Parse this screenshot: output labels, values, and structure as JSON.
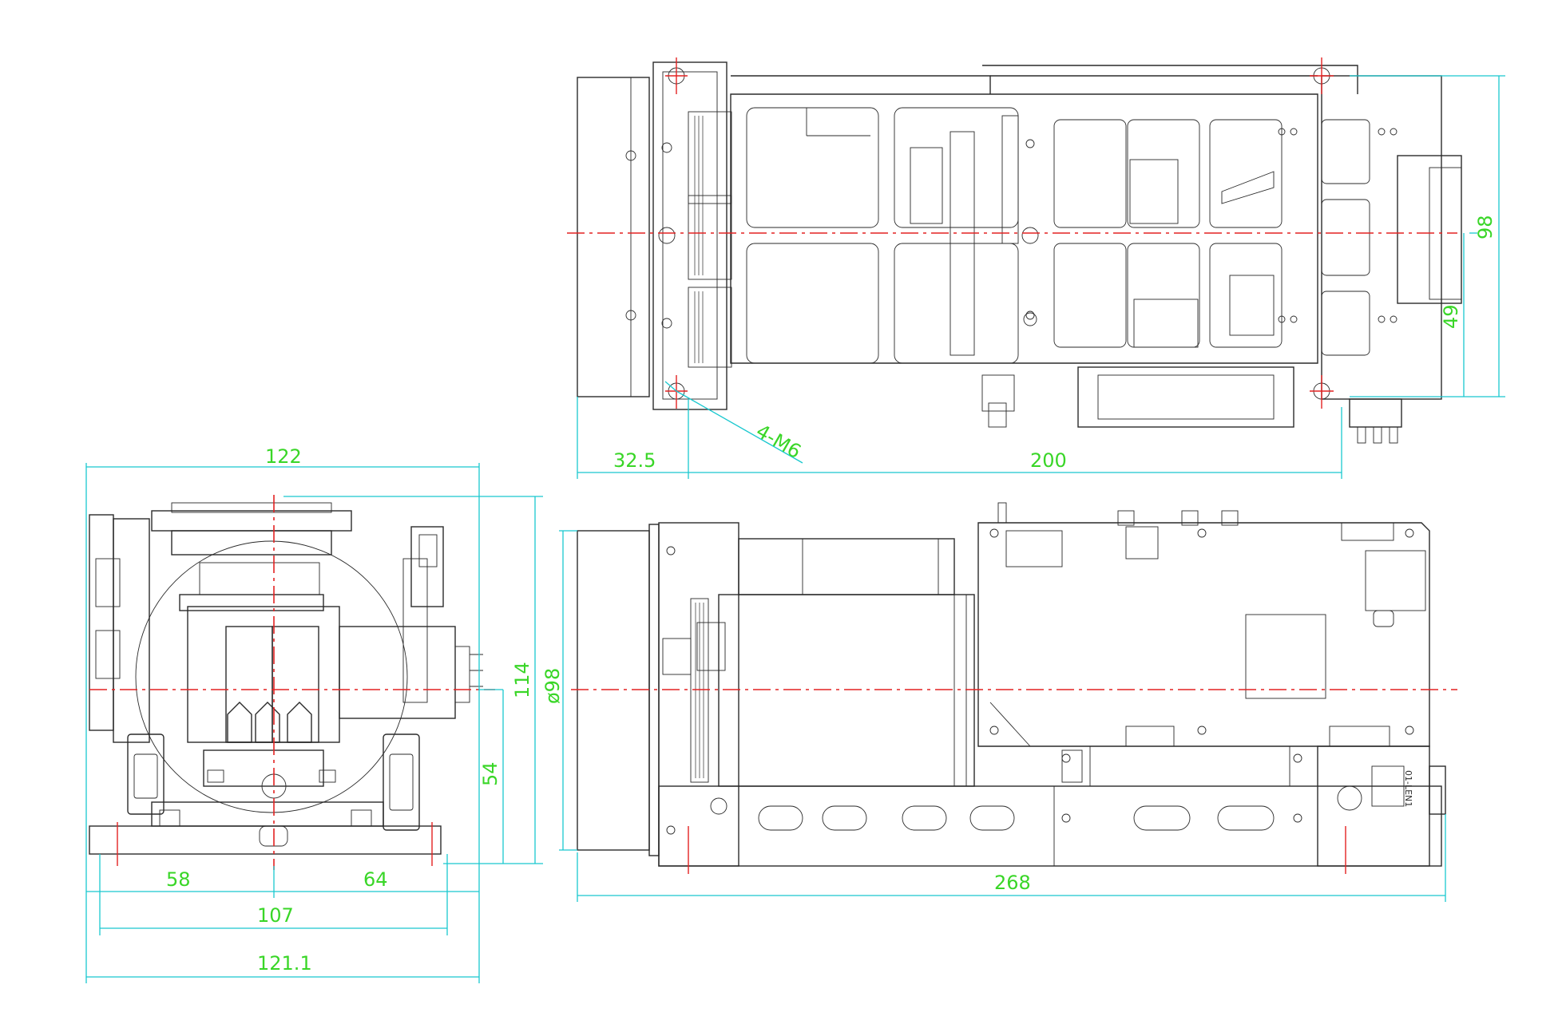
{
  "dimensions": {
    "top_view": {
      "offset": "32.5",
      "length": "200",
      "height": "98",
      "half_height": "49",
      "holes": "4-M6"
    },
    "front_view": {
      "width_top": "122",
      "height": "114",
      "center_height": "54",
      "left_offset": "58",
      "right_offset": "64",
      "mount_span": "107",
      "width_bottom": "121.1"
    },
    "side_view": {
      "diameter": "ø98",
      "length": "268"
    }
  },
  "colors": {
    "outline": "#2a2a2a",
    "centerline": "#e32222",
    "dimension_line": "#19c8cf",
    "dimension_text": "#39d627"
  },
  "label": "01-LEN1"
}
